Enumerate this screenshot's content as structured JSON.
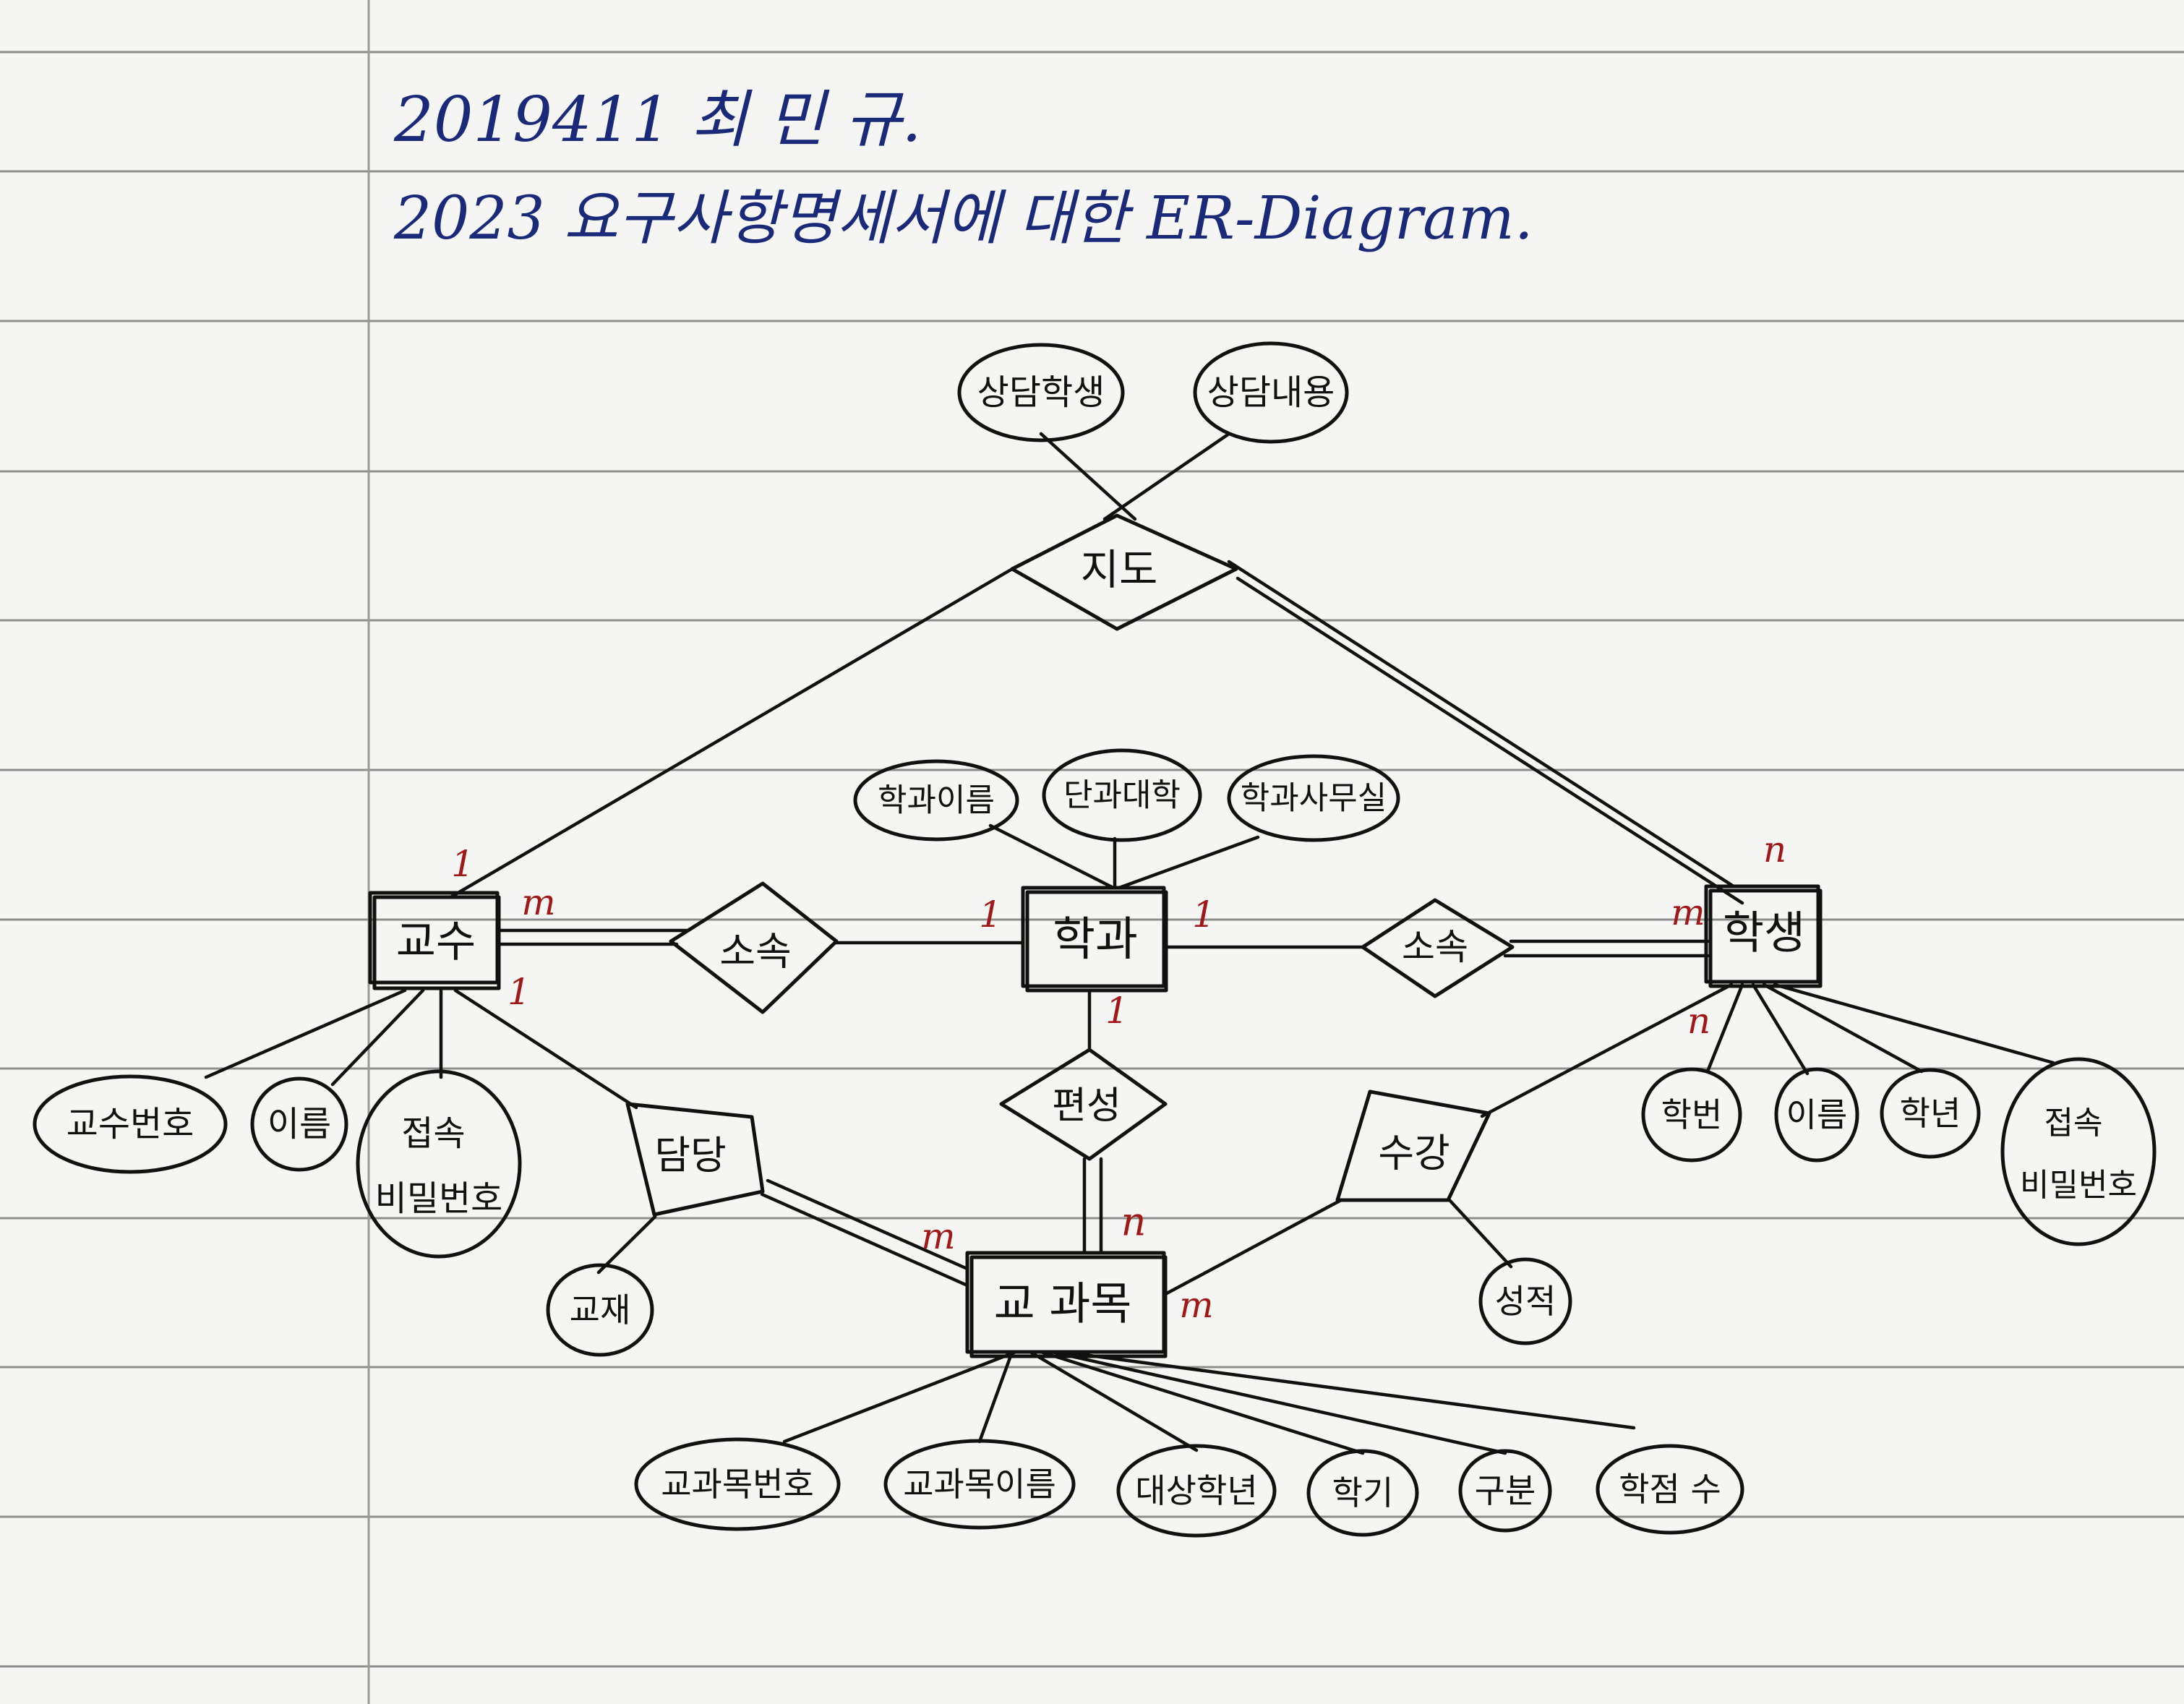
{
  "header": {
    "line1": "2019411 최 민 규.",
    "line2": "2023 요구사항명세서에 대한 ER-Diagram."
  },
  "colors": {
    "paper": "#f5f5f3",
    "rule_lines": "#8e8e8e",
    "title_ink": "#1a2a78",
    "diagram_ink": "#111111",
    "cardinality_ink": "#a01818"
  },
  "entities": [
    {
      "id": "professor",
      "label": "교수"
    },
    {
      "id": "department",
      "label": "학과"
    },
    {
      "id": "student",
      "label": "학생"
    },
    {
      "id": "course",
      "label": "교 과목"
    }
  ],
  "relationships": [
    {
      "id": "advise",
      "label": "지도"
    },
    {
      "id": "belong_prof",
      "label": "소속"
    },
    {
      "id": "belong_student",
      "label": "소속"
    },
    {
      "id": "compose",
      "label": "편성"
    },
    {
      "id": "teach",
      "label": "담당"
    },
    {
      "id": "enroll",
      "label": "수강"
    }
  ],
  "attributes": [
    {
      "id": "advise_student",
      "label": "상담학생"
    },
    {
      "id": "advise_content",
      "label": "상담내용"
    },
    {
      "id": "dept_name",
      "label": "학과이름"
    },
    {
      "id": "dept_college",
      "label": "단과대학"
    },
    {
      "id": "dept_office",
      "label": "학과사무실"
    },
    {
      "id": "prof_no",
      "label": "교수번호"
    },
    {
      "id": "prof_name",
      "label": "이름"
    },
    {
      "id": "prof_pw",
      "label": "접속 비밀번호"
    },
    {
      "id": "textbook",
      "label": "교재"
    },
    {
      "id": "grade",
      "label": "성적"
    },
    {
      "id": "stu_no",
      "label": "학번"
    },
    {
      "id": "stu_name",
      "label": "이름"
    },
    {
      "id": "stu_year",
      "label": "학년"
    },
    {
      "id": "stu_pw",
      "label": "접속 비밀번호"
    },
    {
      "id": "course_no",
      "label": "교과목번호"
    },
    {
      "id": "course_name",
      "label": "교과목이름"
    },
    {
      "id": "course_target",
      "label": "대상학년"
    },
    {
      "id": "course_term",
      "label": "학기"
    },
    {
      "id": "course_type",
      "label": "구분"
    },
    {
      "id": "course_credit",
      "label": "학점 수"
    }
  ],
  "cardinalities": [
    {
      "id": "c1",
      "label": "1"
    },
    {
      "id": "c2",
      "label": "n"
    },
    {
      "id": "c3",
      "label": "m"
    },
    {
      "id": "c4",
      "label": "1"
    },
    {
      "id": "c5",
      "label": "1"
    },
    {
      "id": "c6",
      "label": "m"
    },
    {
      "id": "c7",
      "label": "1"
    },
    {
      "id": "c8",
      "label": "n"
    },
    {
      "id": "c9",
      "label": "1"
    },
    {
      "id": "c10",
      "label": "m"
    },
    {
      "id": "c11",
      "label": "n"
    },
    {
      "id": "c12",
      "label": "m"
    }
  ]
}
